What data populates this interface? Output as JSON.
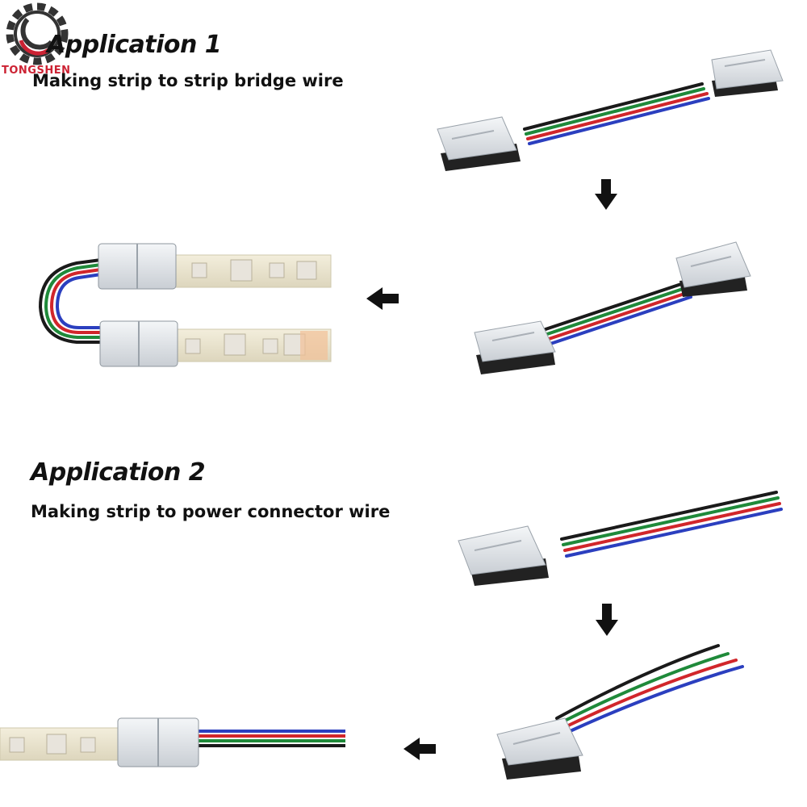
{
  "brand": {
    "text": "TONGSHEN",
    "color": "#cc2233",
    "icon": "gear-logo-icon"
  },
  "application1": {
    "title": "Application 1",
    "subtitle": "Making strip to strip bridge wire"
  },
  "application2": {
    "title": "Application 2",
    "subtitle": "Making strip to power connector wire"
  },
  "wire_colors": {
    "black": "#1a1a1a",
    "green": "#1f8a3a",
    "red": "#d1262b",
    "blue": "#2b3fbf"
  },
  "arrows": [
    "arrow-down-icon",
    "arrow-left-icon",
    "arrow-down-icon",
    "arrow-left-icon"
  ]
}
